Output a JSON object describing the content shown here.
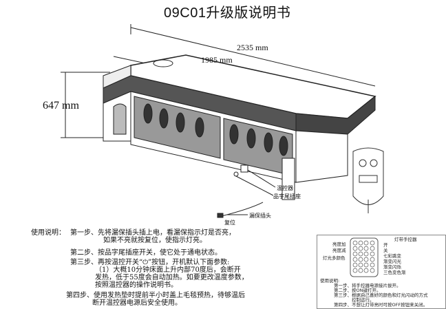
{
  "title": "09C01升级版说明书",
  "dimensions": {
    "length": "2535 mm",
    "inner_length": "1985 mm",
    "height": "647 mm"
  },
  "callouts": {
    "thermostat": "温控器",
    "plug_socket": "品字尾插座",
    "leakage_plug": "漏保插头",
    "reset": "复位"
  },
  "instructions": {
    "heading": "使用说明：",
    "step1_a": "第一步、先将漏保插头插上电，看漏保指示灯是否亮，",
    "step1_b": "如果不亮就按复位，使指示灯亮。",
    "step2": "第二步、按品字尾插座开关，使它处于通电状态。",
    "step3_a": "第三步、再按温控开关“⏻”按钮，开机默认下面参数:",
    "step3_b": "（1）大概10分钟床面上升内部70度后，会断开",
    "step3_c": "发热，低于55度会自动加热。如要更改温度参数，",
    "step3_d": "按照温控器的操作说明书。",
    "step4_a": "第四步、使用发热垫时提前半小时盖上毛毯预热，待够温后",
    "step4_b": "断开温控器电源后安全使用。"
  },
  "remote_inset": {
    "title": "灯带手控器",
    "on": "开",
    "off": "关",
    "brightness_up": "亮度加",
    "brightness_down": "亮度减",
    "colors": "灯光多颜色",
    "mode1": "七彩跳变",
    "mode2": "渐变闪光",
    "mode3": "渐变闪烁",
    "mode4": "三色变色渐",
    "usage_heading": "使用说明:",
    "u1": "第一步、将手控器电源接片拔开。",
    "u2": "第二步、按ON键打开。",
    "u3": "第三步、根据自己喜好的颜色和灯光闪动的方式",
    "u3b": "控制运行。",
    "u4": "第四步、不想让灯带亮时可按OFF按钮来关闭。"
  }
}
